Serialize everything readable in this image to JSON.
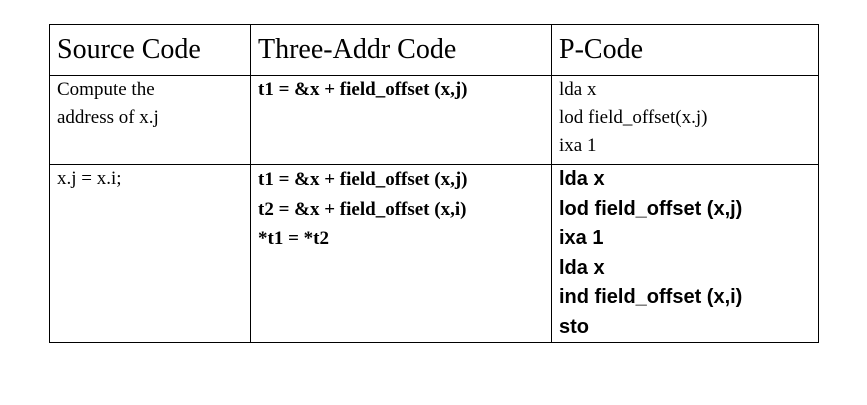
{
  "table": {
    "headers": [
      "Source Code",
      "Three-Addr Code",
      "P-Code"
    ],
    "rows": [
      {
        "source": [
          "Compute the",
          "address of x.j"
        ],
        "three_addr": [
          "t1 = &x + field_offset (x,j)"
        ],
        "pcode": [
          "lda x",
          "lod field_offset(x.j)",
          "ixa 1"
        ]
      },
      {
        "source": [
          "x.j = x.i;"
        ],
        "three_addr": [
          "t1 = &x + field_offset (x,j)",
          "t2 = &x + field_offset (x,i)",
          "*t1 = *t2"
        ],
        "pcode": [
          "lda x",
          "lod field_offset (x,j)",
          "ixa 1",
          "lda x",
          "ind field_offset (x,i)",
          "sto"
        ]
      }
    ]
  }
}
